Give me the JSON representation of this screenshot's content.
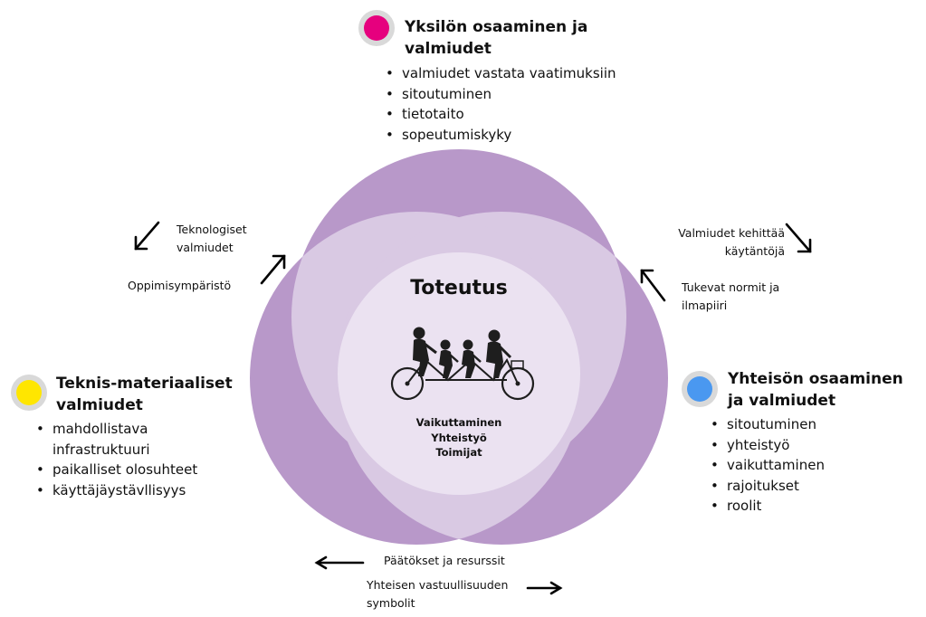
{
  "center": {
    "title": "Toteutus",
    "image": "tandem-bicycle-family-icon",
    "items": [
      "Vaikuttaminen",
      "Yhteistyö",
      "Toimijat"
    ]
  },
  "groups": {
    "individual": {
      "title_line1": "Yksilön osaaminen ja",
      "title_line2": "valmiudet",
      "color": "#e6007e",
      "items": [
        "valmiudet vastata vaatimuksiin",
        "sitoutuminen",
        "tietotaito",
        "sopeutumiskyky"
      ]
    },
    "technical": {
      "title_line1": "Teknis-materiaaliset",
      "title_line2": "valmiudet",
      "color": "#ffe600",
      "items": [
        "mahdollistava infrastruktuuri",
        "paikalliset olosuhteet",
        "käyttäjäystävllisyys"
      ]
    },
    "community": {
      "title_line1": "Yhteisön osaaminen",
      "title_line2": "ja valmiudet",
      "color": "#4a98f0",
      "items": [
        "sitoutuminen",
        "yhteistyö",
        "vaikuttaminen",
        "rajoitukset",
        "roolit"
      ]
    }
  },
  "flows": {
    "tech_capabilities": {
      "line1": "Teknologiset",
      "line2": "valmiudet"
    },
    "learning_env": "Oppimisympäristö",
    "develop_practices": {
      "line1": "Valmiudet kehittää",
      "line2": "käytäntöjä"
    },
    "norms": {
      "line1": "Tukevat normit ja",
      "line2": "ilmapiiri"
    },
    "decisions": "Päätökset ja resurssit",
    "shared_responsibility": {
      "line1": "Yhteisen vastuullisuuden",
      "line2": "symbolit"
    }
  },
  "colors": {
    "circle_outer": "#b898c9",
    "circle_overlap": "#d9c9e3",
    "circle_inner": "#ebe2f1"
  }
}
